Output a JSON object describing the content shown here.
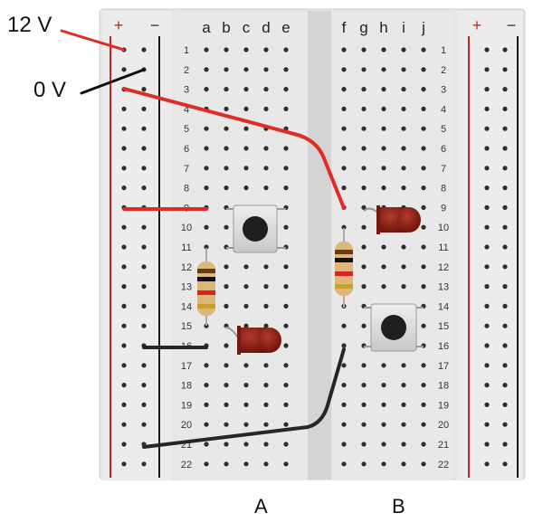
{
  "voltage_labels": {
    "supply": "12 V",
    "ground": "0 V"
  },
  "rail_signs": {
    "plus": "+",
    "minus": "−"
  },
  "columns_left": [
    "a",
    "b",
    "c",
    "d",
    "e"
  ],
  "columns_right": [
    "f",
    "g",
    "h",
    "i",
    "j"
  ],
  "row_count": 22,
  "circuit_labels": {
    "left": "A",
    "right": "B"
  },
  "colors": {
    "board": "#e4e4e4",
    "center_channel": "#d3d3d3",
    "hole": "#2e2e2e",
    "rail_red": "#c0282a",
    "rail_black": "#1a1a1a",
    "wire_red": "#e02b26",
    "wire_black": "#262626",
    "led_red": "#8b1a12",
    "resistor_body": "#ddb77a"
  },
  "components": {
    "circuit_a": [
      "push-button",
      "resistor",
      "led"
    ],
    "circuit_b": [
      "led",
      "resistor",
      "push-button"
    ]
  }
}
